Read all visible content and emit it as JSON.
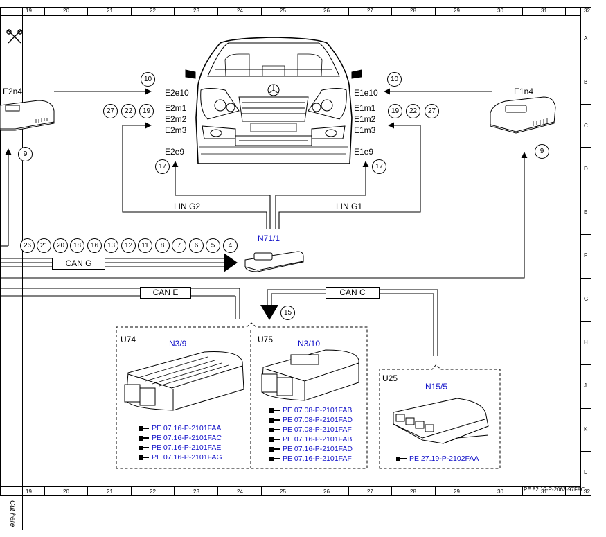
{
  "drawing": {
    "ref_code": "PE 82.10-P-2063-97FAC",
    "cut_here": "Cut here",
    "columns": [
      "19",
      "20",
      "21",
      "22",
      "23",
      "24",
      "25",
      "26",
      "27",
      "28",
      "29",
      "30",
      "31",
      "32"
    ],
    "rows": [
      "A",
      "B",
      "C",
      "D",
      "E",
      "F",
      "G",
      "H",
      "J",
      "K",
      "L"
    ]
  },
  "components": {
    "e2n4": "E2n4",
    "e1n4": "E1n4",
    "n71": "N71/1",
    "u74": "U74",
    "n39": "N3/9",
    "u75": "U75",
    "n310": "N3/10",
    "u25": "U25",
    "n155": "N15/5"
  },
  "pins": {
    "e2e10": "E2e10",
    "e2m1": "E2m1",
    "e2m2": "E2m2",
    "e2m3": "E2m3",
    "e2e9": "E2e9",
    "e1e10": "E1e10",
    "e1m1": "E1m1",
    "e1m2": "E1m2",
    "e1m3": "E1m3",
    "e1e9": "E1e9"
  },
  "buses": {
    "lin_g2": "LIN G2",
    "lin_g1": "LIN G1",
    "can_g": "CAN G",
    "can_e": "CAN E",
    "can_c": "CAN C"
  },
  "circles": {
    "left10": "10",
    "left27": "27",
    "left22": "22",
    "left19": "19",
    "left17": "17",
    "left9": "9",
    "right10": "10",
    "right19": "19",
    "right22": "22",
    "right27": "27",
    "right17": "17",
    "right9": "9",
    "c15": "15",
    "row": [
      "26",
      "21",
      "20",
      "18",
      "16",
      "13",
      "12",
      "11",
      "8",
      "7",
      "6",
      "5",
      "4"
    ]
  },
  "refs": {
    "u74": [
      "PE 07.16-P-2101FAA",
      "PE 07.16-P-2101FAC",
      "PE 07.16-P-2101FAE",
      "PE 07.16-P-2101FAG"
    ],
    "u75": [
      "PE 07.08-P-2101FAB",
      "PE 07.08-P-2101FAD",
      "PE 07.08-P-2101FAF",
      "PE 07.16-P-2101FAB",
      "PE 07.16-P-2101FAD",
      "PE 07.16-P-2101FAF"
    ],
    "u25": [
      "PE 27.19-P-2102FAA"
    ]
  },
  "icons": [
    "scissors-icon",
    "reference-hand-icon",
    "car-front-icon",
    "control-unit-icon"
  ]
}
